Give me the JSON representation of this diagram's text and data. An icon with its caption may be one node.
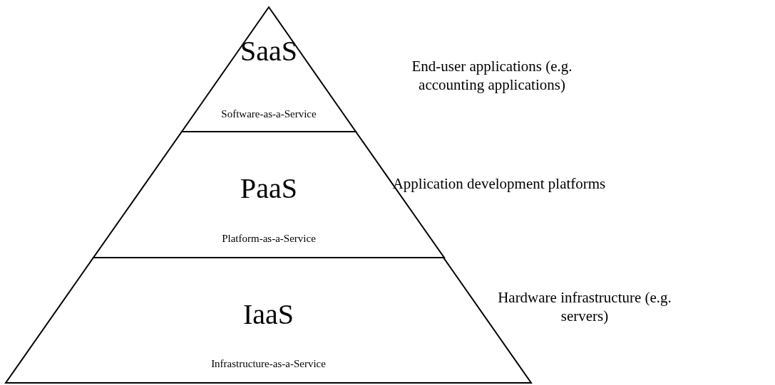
{
  "diagram": {
    "nodes": [
      {
        "text": [
          "SaaS",
          "Software-as-a-Service"
        ],
        "beside": [
          "End-user applications (e.g. accounting applications)"
        ]
      },
      {
        "text": [
          "PaaS",
          "Platform-as-a-Service"
        ],
        "beside": [
          "Application development platforms"
        ]
      },
      {
        "text": [
          "IaaS",
          "Infrastructure-as-a-Service"
        ],
        "beside": [
          "Hardware infrastructure (e.g. servers)"
        ]
      }
    ]
  }
}
